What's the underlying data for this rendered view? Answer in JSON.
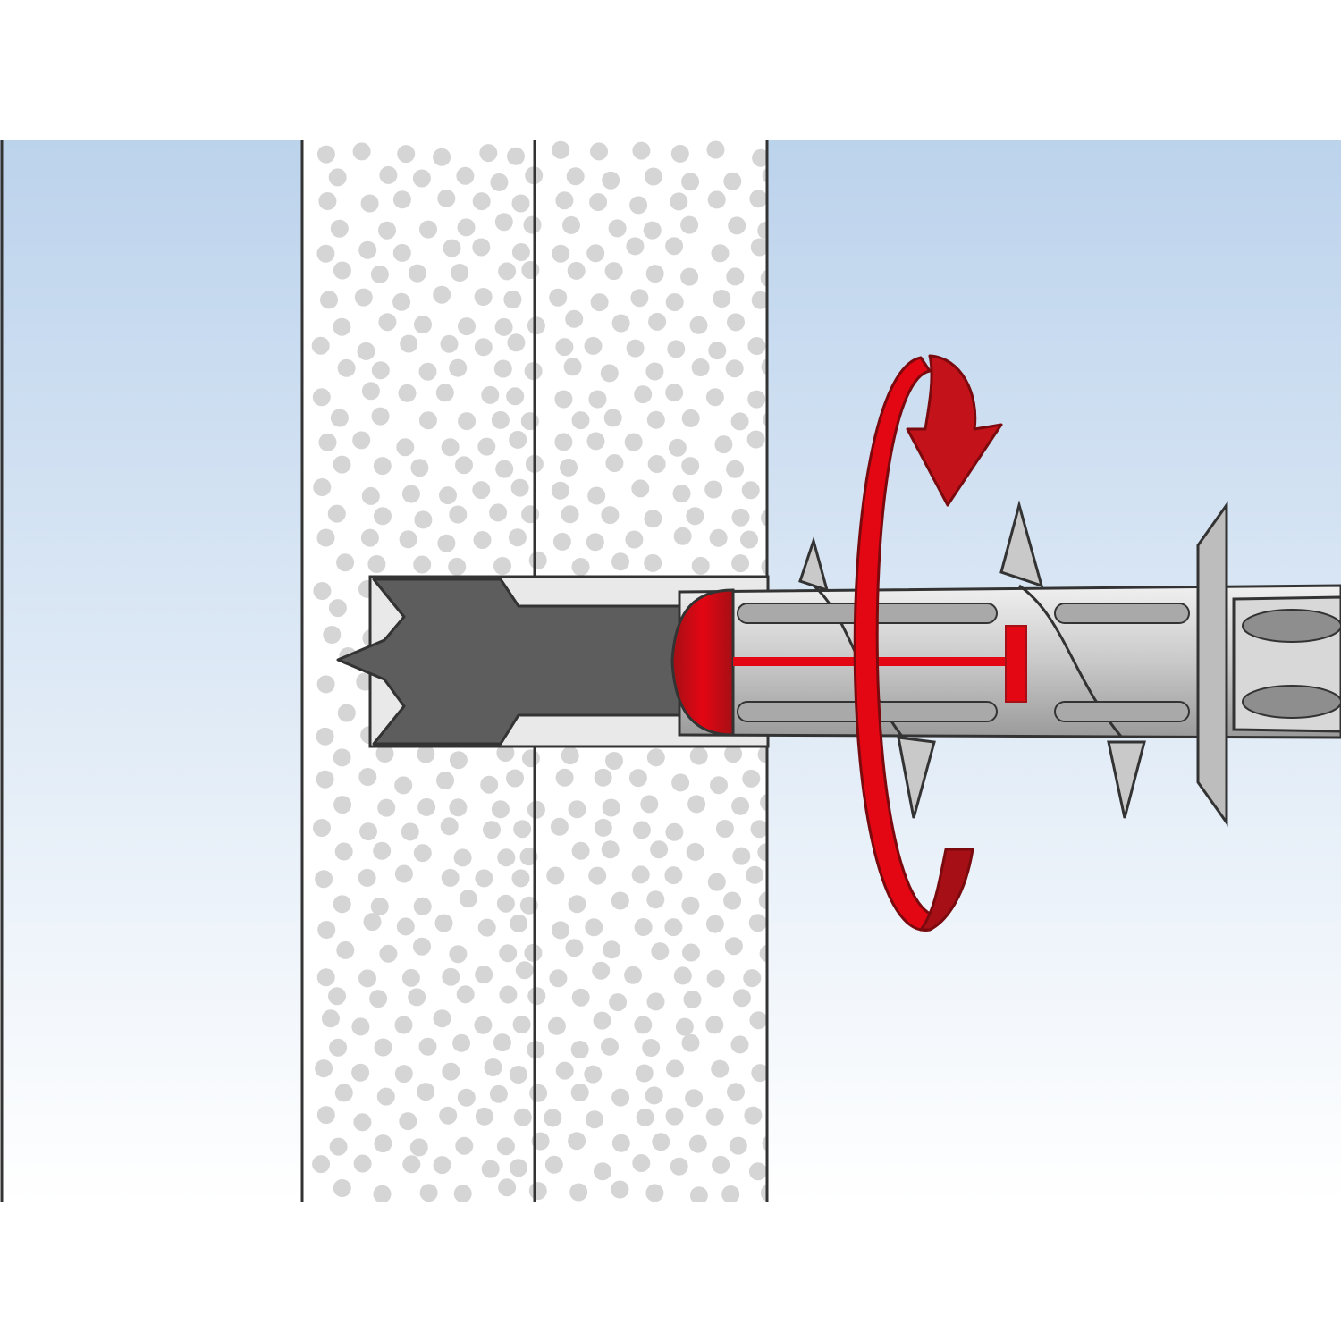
{
  "figure": {
    "description_free": true,
    "components": [
      {
        "id": "background-left",
        "icon": "air-gap"
      },
      {
        "id": "board-outer",
        "icon": "drywall-board"
      },
      {
        "id": "board-inner",
        "icon": "drywall-board"
      },
      {
        "id": "background-right",
        "icon": "air-gap"
      },
      {
        "id": "drill-bit",
        "icon": "drill-tip"
      },
      {
        "id": "anchor",
        "icon": "screw-anchor"
      },
      {
        "id": "rotation-arrow",
        "icon": "rotation-arrow"
      }
    ]
  },
  "colors": {
    "sky_top": "#bcd3ec",
    "sky_bottom": "#ffffff",
    "board": "#ffffff",
    "dots": "#d5d5d5",
    "outline": "#333333",
    "hole": "#e6e6e6",
    "drill": "#5d5d5d",
    "anchor": "#c9c9c9",
    "anchor_dark": "#8e8e8e",
    "accent_red": "#e30613",
    "accent_red_dark": "#a50f15"
  }
}
